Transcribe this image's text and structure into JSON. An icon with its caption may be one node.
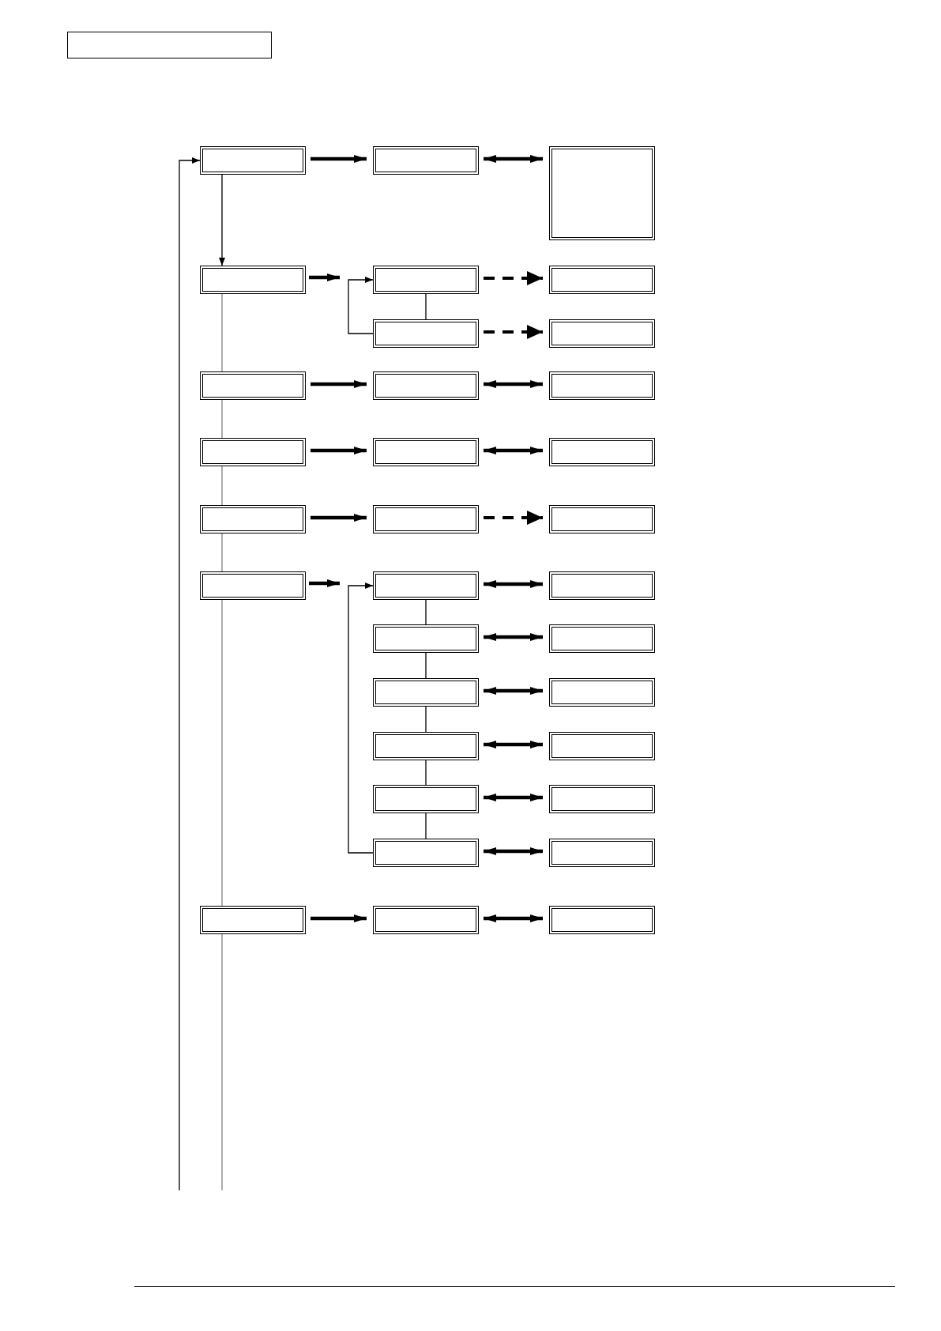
{
  "diagram": {
    "nodes": [
      {
        "text": [],
        "shape": "box"
      },
      {
        "text": [],
        "shape": "box"
      },
      {
        "text": [],
        "shape": "box"
      },
      {
        "text": [],
        "shape": "box"
      },
      {
        "text": [],
        "shape": "box"
      },
      {
        "text": [],
        "shape": "box"
      },
      {
        "text": [],
        "shape": "box"
      },
      {
        "text": [],
        "shape": "box"
      },
      {
        "text": [],
        "shape": "box"
      },
      {
        "text": [],
        "shape": "box"
      },
      {
        "text": [],
        "shape": "box"
      },
      {
        "text": [],
        "shape": "box"
      },
      {
        "text": [],
        "shape": "box"
      },
      {
        "text": [],
        "shape": "box"
      },
      {
        "text": [],
        "shape": "box"
      },
      {
        "text": [],
        "shape": "box"
      },
      {
        "text": [],
        "shape": "box"
      },
      {
        "text": [],
        "shape": "box"
      },
      {
        "text": [],
        "shape": "box"
      },
      {
        "text": [],
        "shape": "box"
      },
      {
        "text": [],
        "shape": "box"
      },
      {
        "text": [],
        "shape": "box"
      },
      {
        "text": [],
        "shape": "box"
      },
      {
        "text": [],
        "shape": "box"
      },
      {
        "text": [],
        "shape": "box"
      },
      {
        "text": [],
        "shape": "box"
      },
      {
        "text": [],
        "shape": "box"
      },
      {
        "text": [],
        "shape": "box"
      },
      {
        "text": [],
        "shape": "box"
      },
      {
        "text": [],
        "shape": "box"
      },
      {
        "text": [],
        "shape": "box"
      },
      {
        "text": [],
        "shape": "box"
      },
      {
        "text": [],
        "shape": "box"
      },
      {
        "text": [],
        "shape": "box"
      }
    ],
    "edges": [
      {
        "from": 1,
        "to": 2,
        "arrow": "to"
      },
      {
        "from": 2,
        "to": 3,
        "arrow": "both"
      },
      {
        "from": 1,
        "to": 4,
        "arrow": "to"
      },
      {
        "from": 4,
        "to": null,
        "arrow": "to"
      },
      {
        "from": 7,
        "to": 5,
        "arrow": "to"
      },
      {
        "from": 5,
        "to": 7,
        "arrow": "none"
      },
      {
        "from": 5,
        "to": 6,
        "arrow": "to",
        "style": "dashed"
      },
      {
        "from": 7,
        "to": 8,
        "arrow": "to",
        "style": "dashed"
      },
      {
        "from": 4,
        "to": 9,
        "arrow": "none",
        "color": "#808080"
      },
      {
        "from": 9,
        "to": 10,
        "arrow": "to"
      },
      {
        "from": 10,
        "to": 11,
        "arrow": "both"
      },
      {
        "from": 9,
        "to": 12,
        "arrow": "none",
        "color": "#808080"
      },
      {
        "from": 12,
        "to": 13,
        "arrow": "to"
      },
      {
        "from": 13,
        "to": 14,
        "arrow": "both"
      },
      {
        "from": 12,
        "to": 15,
        "arrow": "none",
        "color": "#808080"
      },
      {
        "from": 15,
        "to": 16,
        "arrow": "to"
      },
      {
        "from": 16,
        "to": 17,
        "arrow": "to",
        "style": "dashed"
      },
      {
        "from": 15,
        "to": 18,
        "arrow": "none",
        "color": "#808080"
      },
      {
        "from": 18,
        "to": null,
        "arrow": "to"
      },
      {
        "from": 29,
        "to": 19,
        "arrow": "to"
      },
      {
        "from": 19,
        "to": 21,
        "arrow": "none"
      },
      {
        "from": 21,
        "to": 23,
        "arrow": "none"
      },
      {
        "from": 23,
        "to": 25,
        "arrow": "none"
      },
      {
        "from": 25,
        "to": 27,
        "arrow": "none"
      },
      {
        "from": 27,
        "to": 29,
        "arrow": "none"
      },
      {
        "from": 19,
        "to": 20,
        "arrow": "both"
      },
      {
        "from": 21,
        "to": 22,
        "arrow": "both"
      },
      {
        "from": 23,
        "to": 24,
        "arrow": "both"
      },
      {
        "from": 25,
        "to": 26,
        "arrow": "both"
      },
      {
        "from": 27,
        "to": 28,
        "arrow": "both"
      },
      {
        "from": 29,
        "to": 30,
        "arrow": "both"
      },
      {
        "from": 18,
        "to": 31,
        "arrow": "none",
        "color": "#808080"
      },
      {
        "from": 31,
        "to": 32,
        "arrow": "to"
      },
      {
        "from": 32,
        "to": 33,
        "arrow": "both"
      },
      {
        "from": 31,
        "to": null,
        "arrow": "none",
        "color": "#808080"
      },
      {
        "from": null,
        "to": 1,
        "arrow": "to"
      }
    ]
  }
}
